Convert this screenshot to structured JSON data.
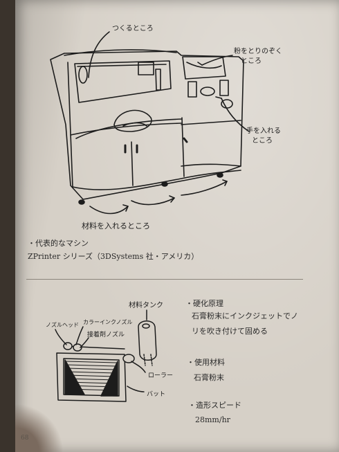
{
  "labels": {
    "build_area": "つくるところ",
    "powder_removal_1": "粉をとりのぞく",
    "powder_removal_2": "ところ",
    "hand_insert_1": "手を入れる",
    "hand_insert_2": "ところ",
    "material_insert": "材料を入れるところ",
    "material_tank": "材料タンク",
    "nozzle_head": "ノズルヘッド",
    "color_nozzle": "カラーインクノズル",
    "adhesive_nozzle": "接着剤ノズル",
    "roller": "ローラー",
    "vat": "バット"
  },
  "caption": {
    "line1": "・代表的なマシン",
    "line2": "ZPrinter シリーズ（3DSystems 社・アメリカ）"
  },
  "specs": {
    "principle_label": "・硬化原理",
    "principle_line1": "石膏粉末にインクジェットでノ",
    "principle_line2": "リを吹き付けて固める",
    "material_label": "・使用材料",
    "material_value": "石膏粉末",
    "speed_label": "・造形スピード",
    "speed_value": "28mm/hr"
  },
  "page_number": "68"
}
